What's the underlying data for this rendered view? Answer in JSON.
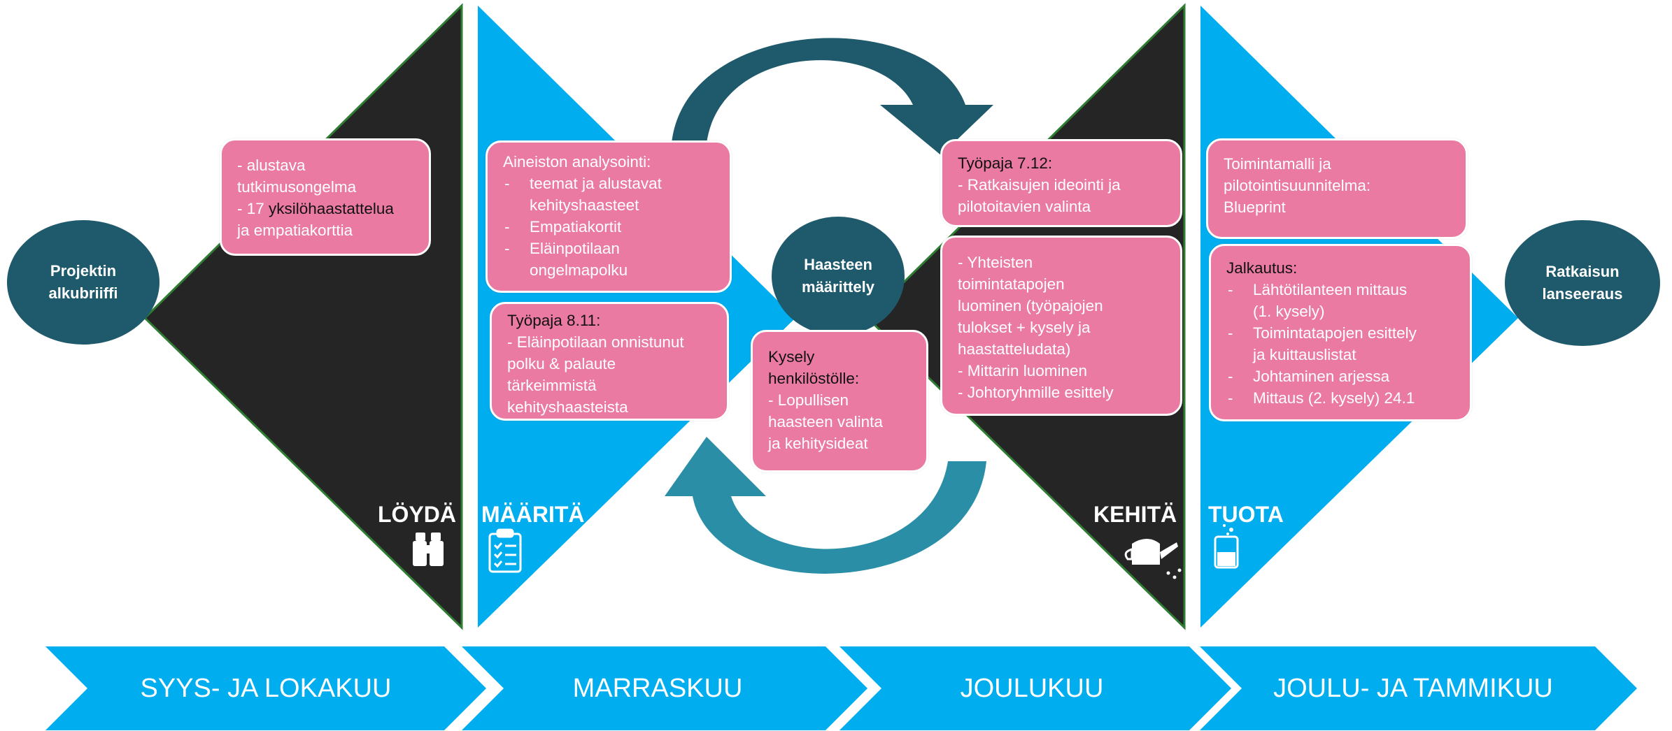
{
  "circles": {
    "start": "Projektin alkubriiffi",
    "center": "Haasteen määrittely",
    "end": "Ratkaisun lanseeraus"
  },
  "phases": [
    "LÖYDÄ",
    "MÄÄRITÄ",
    "KEHITÄ",
    "TUOTA"
  ],
  "timeline": [
    "SYYS- JA LOKAKUU",
    "MARRASKUU",
    "JOULUKUU",
    "JOULU- JA TAMMIKUU"
  ],
  "boxes": {
    "loyda": {
      "lines": [
        "- alustava",
        "tutkimusongelma",
        "- 17 ",
        "yksilöhaastattelua",
        "ja empatiakorttia"
      ]
    },
    "analysis": {
      "title": "Aineiston analysointi:",
      "items": [
        "teemat ja alustavat",
        "kehityshaasteet",
        "Empatiakortit",
        "Eläinpotilaan",
        "ongelmapolku"
      ]
    },
    "workshop1": {
      "title": "Työpaja  8.11:",
      "items": [
        "Eläinpotilaan onnistunut",
        "polku & palaute",
        "tärkeimmistä",
        "kehityshaasteista"
      ]
    },
    "survey": {
      "title": "Kysely henkilöstölle:",
      "lines": [
        "- Lopullisen",
        "haasteen valinta",
        "ja kehitysideat"
      ]
    },
    "workshop2": {
      "title": "Työpaja 7.12:",
      "lines": [
        "- Ratkaisujen ideointi ja",
        "pilotoitavien valinta"
      ]
    },
    "develop": {
      "lines": [
        "- Yhteisten",
        "toimintatapojen",
        "luominen (työpajojen",
        "tulokset + kysely ja",
        "haastatteludata)",
        "- Mittarin luominen",
        "- Johtoryhmille esittely"
      ]
    },
    "model": {
      "lines": [
        "Toimintamalli ja",
        "pilotointisuunnitelma:",
        "Blueprint"
      ]
    },
    "rollout": {
      "title": "Jalkautus:",
      "items": [
        "Lähtötilanteen mittaus",
        "(1. kysely)",
        "Toimintatapojen esittely",
        "ja kuittauslistat",
        "Johtaminen arjessa",
        "Mittaus (2. kysely) 24.1"
      ]
    }
  },
  "colors": {
    "blue": "#00adef",
    "dark": "#252525",
    "pink": "#ea7aa1",
    "teal": "#1e5a6b",
    "arrow_teal": "#2a8fa6"
  },
  "icons": [
    "binoculars-icon",
    "clipboard-checklist-icon",
    "watering-can-icon",
    "beaker-icon"
  ]
}
